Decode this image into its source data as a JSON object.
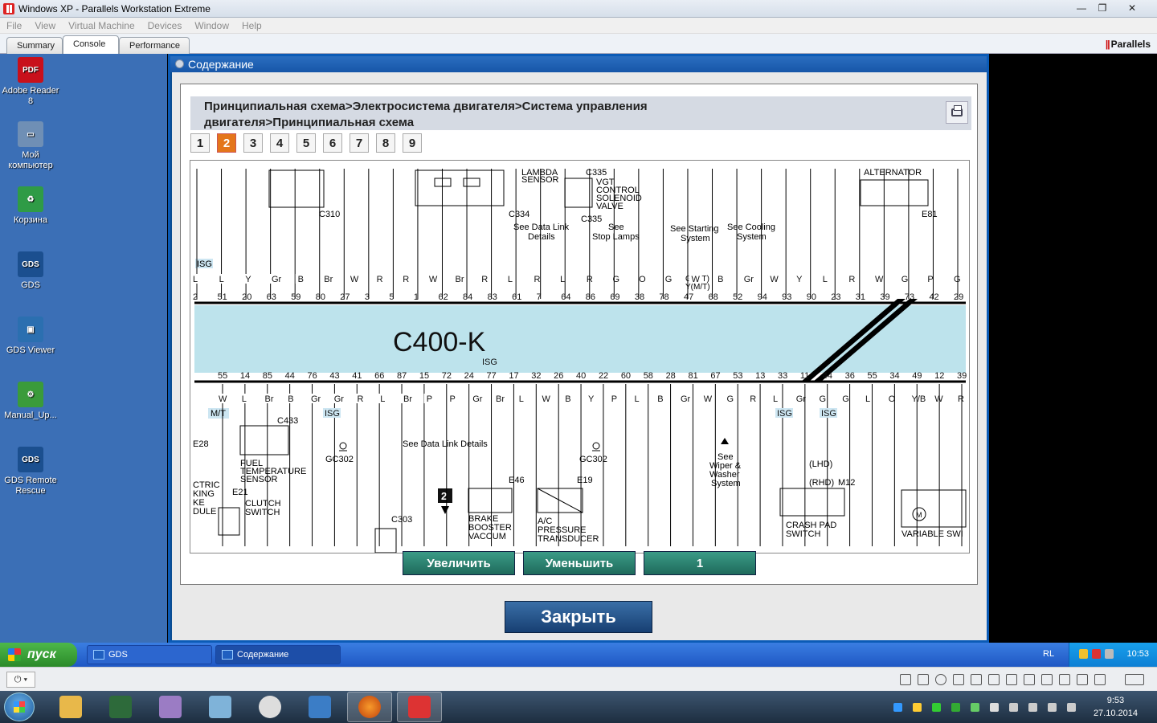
{
  "host": {
    "title": "Windows XP - Parallels Workstation Extreme",
    "menu": [
      "File",
      "View",
      "Virtual Machine",
      "Devices",
      "Window",
      "Help"
    ],
    "tabs": [
      "Summary",
      "Console",
      "Performance"
    ],
    "active_tab": "Console",
    "brand": "Parallels"
  },
  "desktop_icons": [
    {
      "label": "Adobe Reader 8",
      "icon": "pdf-icon",
      "color": "#c8101b"
    },
    {
      "label": "Мой компьютер",
      "icon": "computer-icon",
      "color": "#6f8fb5"
    },
    {
      "label": "Корзина",
      "icon": "recycle-bin-icon",
      "color": "#2f9b46"
    },
    {
      "label": "GDS",
      "icon": "gds-icon",
      "color": "#1b4f8f"
    },
    {
      "label": "GDS Viewer",
      "icon": "gds-viewer-icon",
      "color": "#2b6fb0"
    },
    {
      "label": "Manual_Up...",
      "icon": "manual-update-icon",
      "color": "#3a9b3a"
    },
    {
      "label": "GDS Remote Rescue",
      "icon": "gds-rescue-icon",
      "color": "#1b4f8f"
    }
  ],
  "window": {
    "title": "Содержание",
    "breadcrumb_line1": "Принципиальная схема>Электросистема двигателя>Система управления",
    "breadcrumb_line2": "двигателя>Принципиальная схема",
    "pages": [
      "1",
      "2",
      "3",
      "4",
      "5",
      "6",
      "7",
      "8",
      "9"
    ],
    "active_page": "2",
    "buttons": {
      "zoom_in": "Увеличить",
      "zoom_out": "Уменьшить",
      "fit": "1",
      "close": "Закрыть"
    }
  },
  "diagram": {
    "ecu_name": "C400-K",
    "isg": "ISG",
    "top_pins": [
      "2",
      "51",
      "20",
      "63",
      "59",
      "80",
      "27",
      "3",
      "5",
      "1",
      "62",
      "84",
      "83",
      "61",
      "7",
      "64",
      "86",
      "69",
      "38",
      "78",
      "47",
      "68",
      "52",
      "94",
      "93",
      "90",
      "23",
      "31",
      "39",
      "73",
      "42",
      "29"
    ],
    "top_wires": [
      "L",
      "L",
      "Y",
      "Gr",
      "B",
      "Br",
      "W",
      "R",
      "R",
      "W",
      "Br",
      "R",
      "L",
      "R",
      "L",
      "R",
      "G",
      "O",
      "G",
      "W",
      "B",
      "Gr",
      "W",
      "Y",
      "L",
      "R",
      "W",
      "G",
      "P",
      "G"
    ],
    "bottom_pins": [
      "55",
      "14",
      "85",
      "44",
      "76",
      "43",
      "41",
      "66",
      "87",
      "15",
      "72",
      "24",
      "77",
      "17",
      "32",
      "26",
      "40",
      "22",
      "60",
      "58",
      "28",
      "81",
      "67",
      "53",
      "13",
      "33",
      "11",
      "44",
      "36",
      "55",
      "34",
      "49",
      "12",
      "39"
    ],
    "bottom_wires": [
      "W",
      "L",
      "Br",
      "B",
      "Gr",
      "Gr",
      "R",
      "L",
      "Br",
      "P",
      "P",
      "Gr",
      "Br",
      "L",
      "W",
      "B",
      "Y",
      "P",
      "L",
      "B",
      "Gr",
      "W",
      "G",
      "R",
      "L",
      "Gr",
      "G",
      "G",
      "L",
      "O",
      "Y/B",
      "W",
      "R"
    ],
    "labels_top": {
      "c310": "C310",
      "lambda": "LAMBDA",
      "sensor": "SENSOR",
      "c334": "C334",
      "c335": "C335",
      "vgt1": "VGT",
      "vgt2": "CONTROL",
      "vgt3": "SOLENOID",
      "vgt4": "VALVE",
      "datalink1": "See Data Link",
      "datalink2": "Details",
      "stop1": "See",
      "stop2": "Stop Lamps",
      "starting1": "See Starting",
      "starting2": "System",
      "cooling1": "See Cooling",
      "cooling2": "System",
      "alternator": "ALTERNATOR",
      "e81": "E81",
      "gat": "G(A/T)",
      "ymt": "Y(M/T)"
    },
    "labels_bottom": {
      "mt": "M/T",
      "c433": "C433",
      "fuel1": "FUEL",
      "fuel2": "TEMPERATURE",
      "fuel3": "SENSOR",
      "gc302": "GC302",
      "datalink": "See Data Link Details",
      "e46": "E46",
      "brake1": "BRAKE",
      "brake2": "BOOSTER",
      "brake3": "VACCUM",
      "e19": "E19",
      "ac1": "A/C",
      "ac2": "PRESSURE",
      "ac3": "TRANSDUCER",
      "wiper1": "See",
      "wiper2": "Wiper &",
      "wiper3": "Washer",
      "wiper4": "System",
      "m12": "M12",
      "crash1": "CRASH PAD",
      "crash2": "SWITCH",
      "lhd": "(LHD)",
      "rhd": "(RHD)",
      "variable": "VARIABLE SWI",
      "c303": "C303",
      "e21": "E21",
      "clutch1": "CLUTCH",
      "clutch2": "SWITCH",
      "e28": "E28",
      "ctric": "CTRIC",
      "king": "KING",
      "ke": "KE",
      "dule": "DULE",
      "page_marker": "2"
    }
  },
  "xp_taskbar": {
    "start": "пуск",
    "tasks": [
      "GDS",
      "Содержание"
    ],
    "lang": "RL",
    "time": "10:53"
  },
  "win7": {
    "time": "9:53",
    "date": "27.10.2014"
  },
  "colors": {
    "accent": "#0a4c91",
    "ecu_band": "#bde3ec",
    "active_page": "#e4761b",
    "button": "#1f6a5b"
  }
}
